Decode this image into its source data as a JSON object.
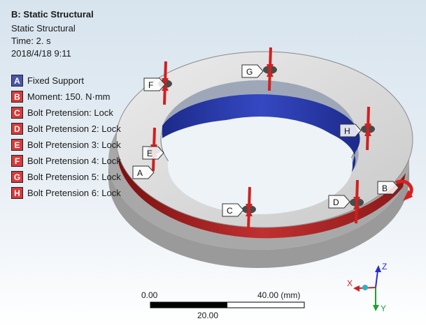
{
  "header": {
    "title": "B: Static Structural",
    "analysis_type": "Static Structural",
    "time": "Time: 2. s",
    "date": "2018/4/18 9:11"
  },
  "legend": [
    {
      "letter": "A",
      "text": "Fixed Support",
      "color": "#4a56a8"
    },
    {
      "letter": "B",
      "text": "Moment: 150. N·mm",
      "color": "#d93a3a"
    },
    {
      "letter": "C",
      "text": "Bolt Pretension: Lock",
      "color": "#d93a3a"
    },
    {
      "letter": "D",
      "text": "Bolt Pretension 2: Lock",
      "color": "#d93a3a"
    },
    {
      "letter": "E",
      "text": "Bolt Pretension 3: Lock",
      "color": "#d93a3a"
    },
    {
      "letter": "F",
      "text": "Bolt Pretension 4: Lock",
      "color": "#d93a3a"
    },
    {
      "letter": "G",
      "text": "Bolt Pretension 5: Lock",
      "color": "#d93a3a"
    },
    {
      "letter": "H",
      "text": "Bolt Pretension 6: Lock",
      "color": "#d93a3a"
    }
  ],
  "model_tags": [
    "A",
    "B",
    "C",
    "D",
    "E",
    "F",
    "G",
    "H"
  ],
  "scale_bar": {
    "start": "0.00",
    "end": "40.00 (mm)",
    "mid": "20.00"
  },
  "triad": {
    "x": "X",
    "y": "Y",
    "z": "Z"
  },
  "colors": {
    "fixed_support": "#4a56a8",
    "load": "#d93a3a",
    "background_top": "#d7e4ee"
  }
}
